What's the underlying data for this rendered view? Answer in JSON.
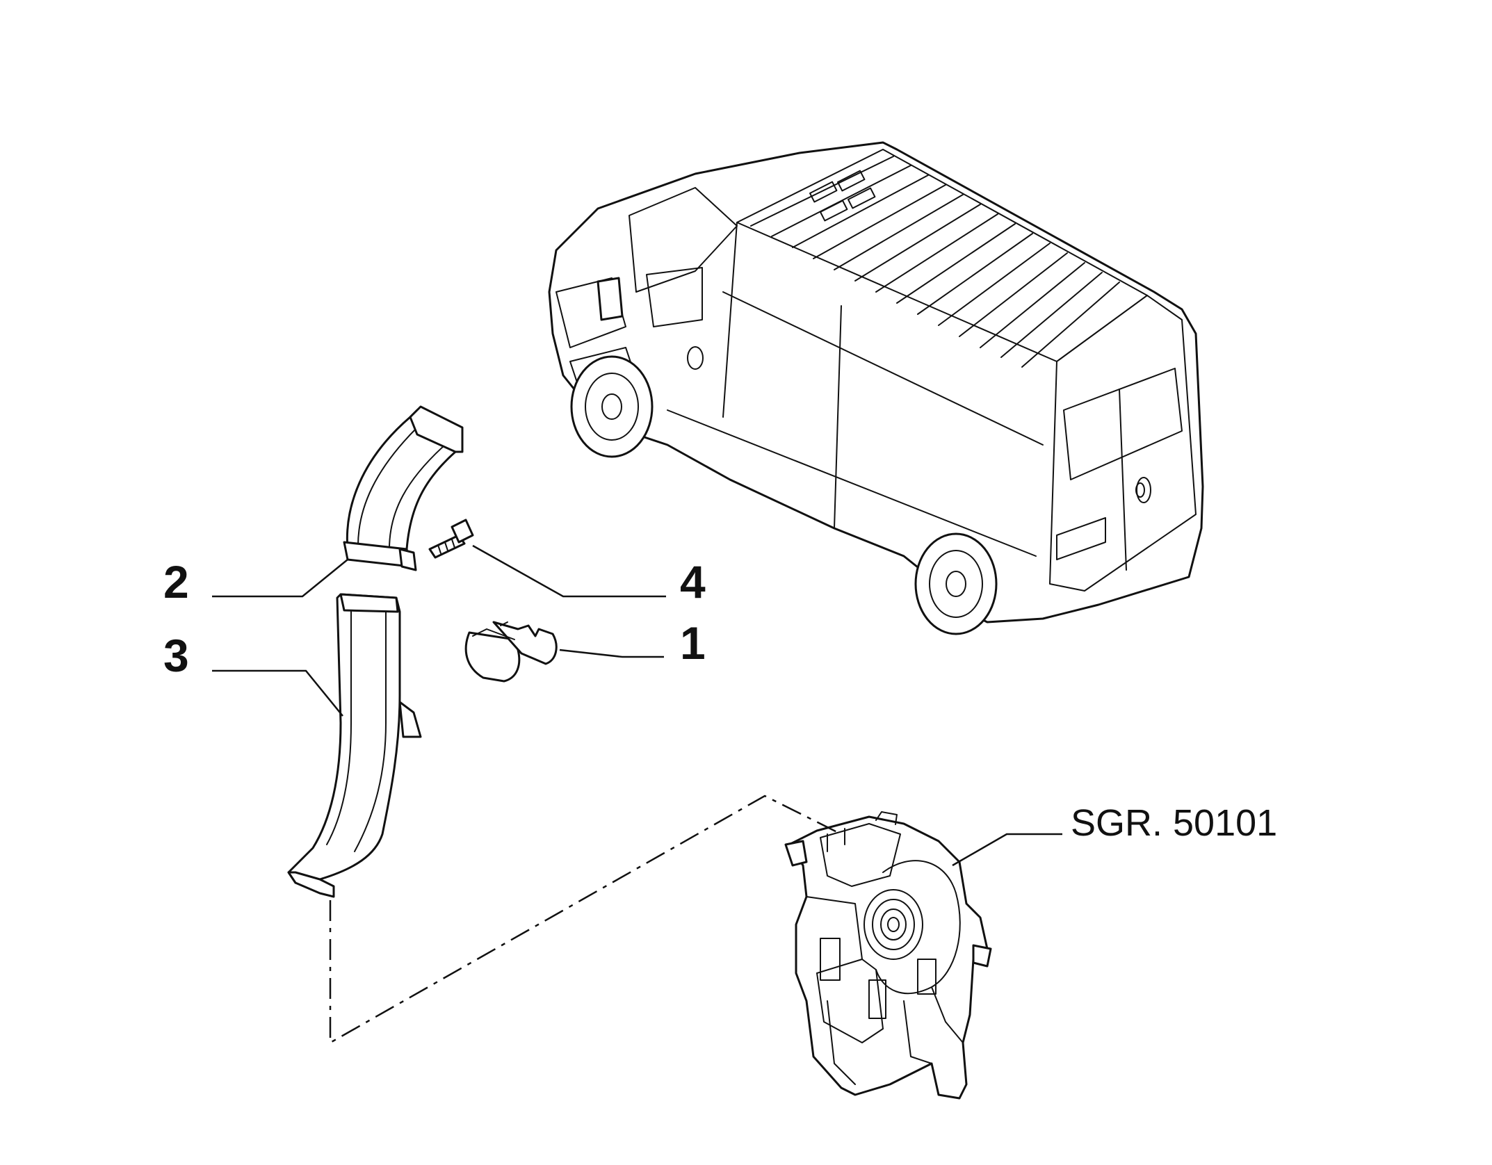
{
  "callouts": {
    "part_1": "1",
    "part_2": "2",
    "part_3": "3",
    "part_4": "4",
    "reference_group": "SGR. 50101"
  },
  "colors": {
    "line": "#111111",
    "background": "#ffffff"
  }
}
